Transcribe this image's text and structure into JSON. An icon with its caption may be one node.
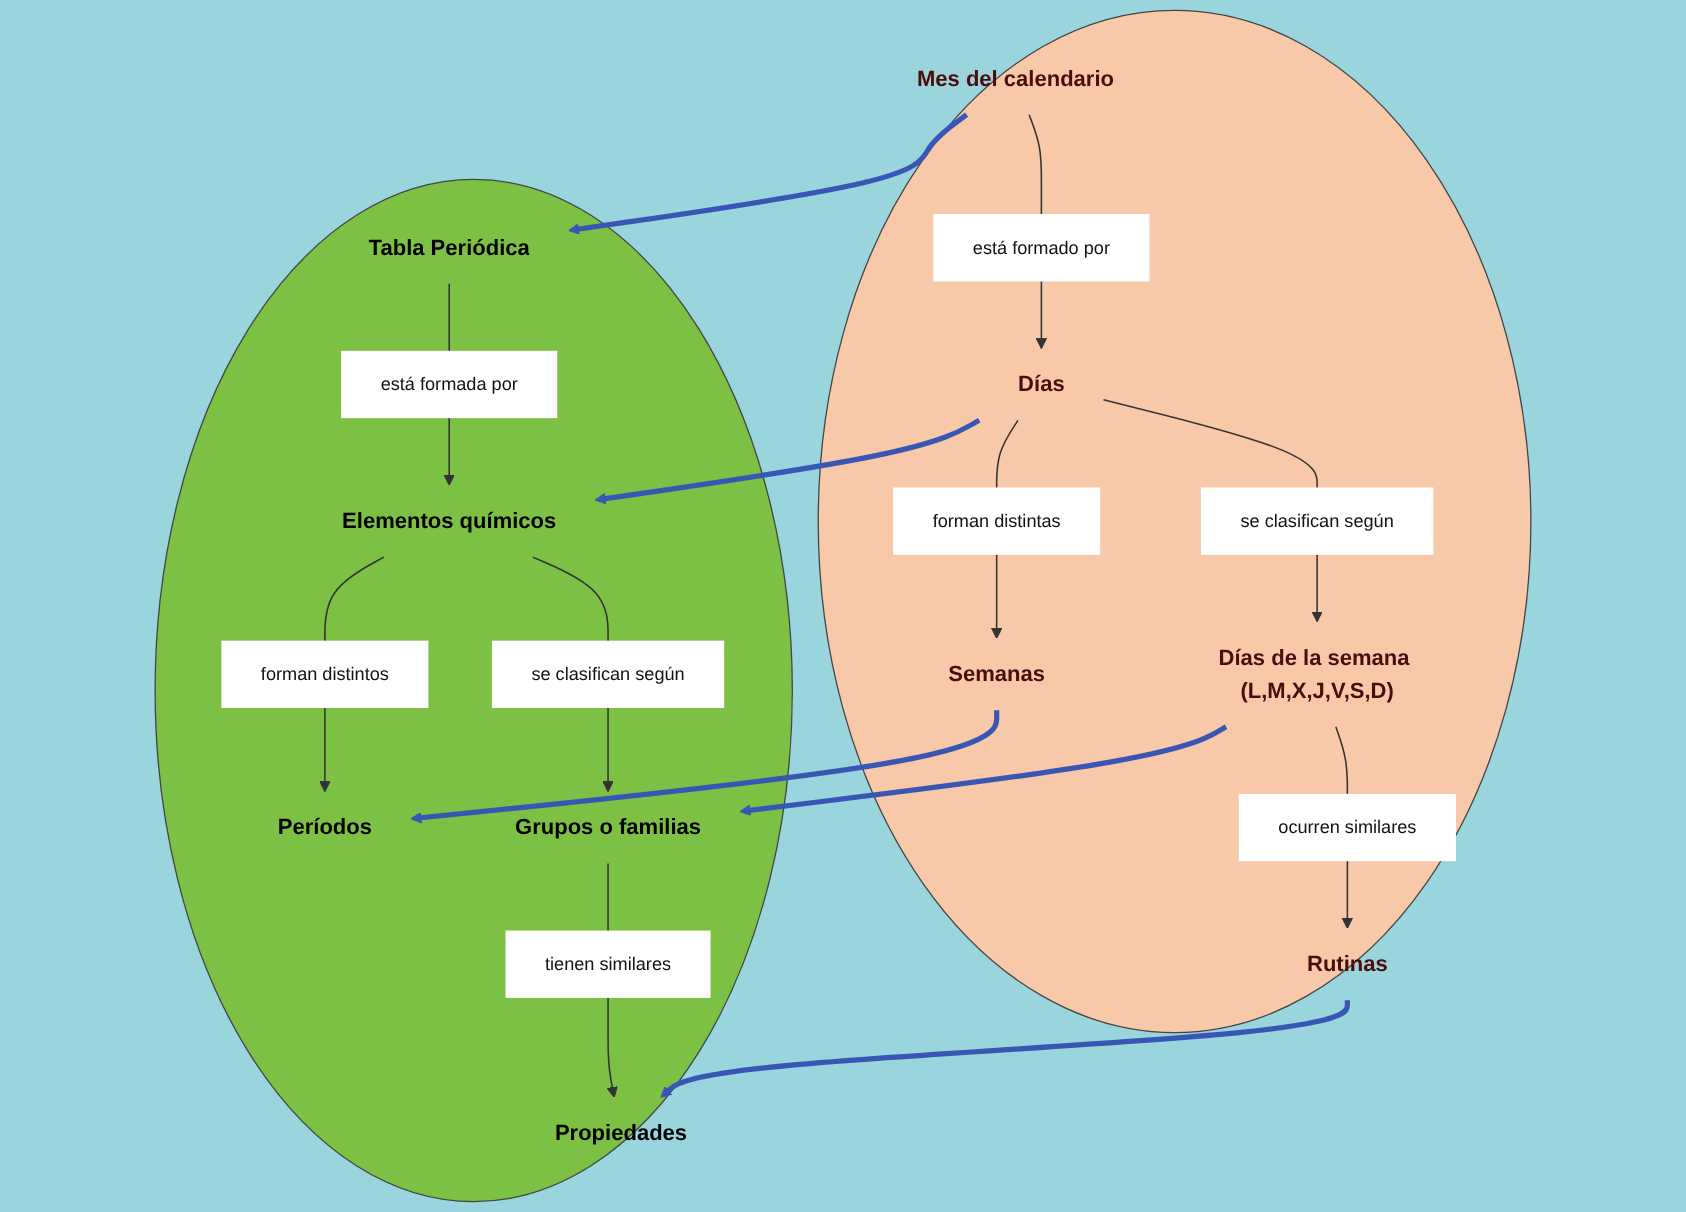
{
  "diagram": {
    "nodes": [
      {
        "text": [],
        "shape": "ellipse"
      },
      {
        "text": [
          "Mes del calendario"
        ],
        "in": 0
      },
      {
        "text": [
          "está formado por"
        ],
        "in": 0
      },
      {
        "text": [
          "Días"
        ],
        "in": 0
      },
      {
        "text": [
          "forman distintas"
        ],
        "in": 0
      },
      {
        "text": [
          "se clasifican según"
        ],
        "in": 0
      },
      {
        "text": [
          "Semanas"
        ],
        "in": 0
      },
      {
        "text": [
          "Días de la semana (L,M,X,J,V,S,D)"
        ],
        "in": 0
      },
      {
        "text": [
          "ocurren similares"
        ],
        "in": 0
      },
      {
        "text": [
          "Rutinas"
        ],
        "in": 0
      },
      {
        "text": [],
        "shape": "ellipse"
      },
      {
        "text": [
          "Tabla Periódica"
        ],
        "in": 10
      },
      {
        "text": [
          "está formada por"
        ],
        "in": 10
      },
      {
        "text": [
          "Elementos químicos"
        ],
        "in": 10
      },
      {
        "text": [
          "forman distintos"
        ],
        "in": 10
      },
      {
        "text": [
          "se clasifican según"
        ],
        "in": 10
      },
      {
        "text": [
          "Períodos"
        ],
        "in": 10
      },
      {
        "text": [
          "Grupos o familias"
        ],
        "in": 10
      },
      {
        "text": [
          "tienen similares"
        ],
        "in": 10
      },
      {
        "text": [
          "Propiedades"
        ],
        "in": 10
      }
    ],
    "edges": [
      {
        "from": 1,
        "to": 2,
        "arrow": "none"
      },
      {
        "from": 2,
        "to": 3,
        "arrow": "to"
      },
      {
        "from": 3,
        "to": 4,
        "arrow": "none"
      },
      {
        "from": 4,
        "to": 6,
        "arrow": "to"
      },
      {
        "from": 3,
        "to": 5,
        "arrow": "none"
      },
      {
        "from": 5,
        "to": 7,
        "arrow": "to"
      },
      {
        "from": 7,
        "to": 8,
        "arrow": "none"
      },
      {
        "from": 8,
        "to": 9,
        "arrow": "to"
      },
      {
        "from": 11,
        "to": 12,
        "arrow": "none"
      },
      {
        "from": 12,
        "to": 13,
        "arrow": "to"
      },
      {
        "from": 13,
        "to": 14,
        "arrow": "none"
      },
      {
        "from": 14,
        "to": 16,
        "arrow": "to"
      },
      {
        "from": 13,
        "to": 15,
        "arrow": "none"
      },
      {
        "from": 15,
        "to": 17,
        "arrow": "to"
      },
      {
        "from": 17,
        "to": 18,
        "arrow": "none"
      },
      {
        "from": 18,
        "to": 19,
        "arrow": "to"
      },
      {
        "from": 1,
        "to": 11,
        "arrow": "to",
        "style": "thick",
        "color": "#3a56b4"
      },
      {
        "from": 3,
        "to": 13,
        "arrow": "to",
        "style": "thick",
        "color": "#3a56b4"
      },
      {
        "from": 6,
        "to": 16,
        "arrow": "to",
        "style": "thick",
        "color": "#3a56b4"
      },
      {
        "from": 7,
        "to": 17,
        "arrow": "to",
        "style": "thick",
        "color": "#3a56b4"
      },
      {
        "from": 9,
        "to": 19,
        "arrow": "to",
        "style": "thick",
        "color": "#3a56b4"
      }
    ]
  }
}
